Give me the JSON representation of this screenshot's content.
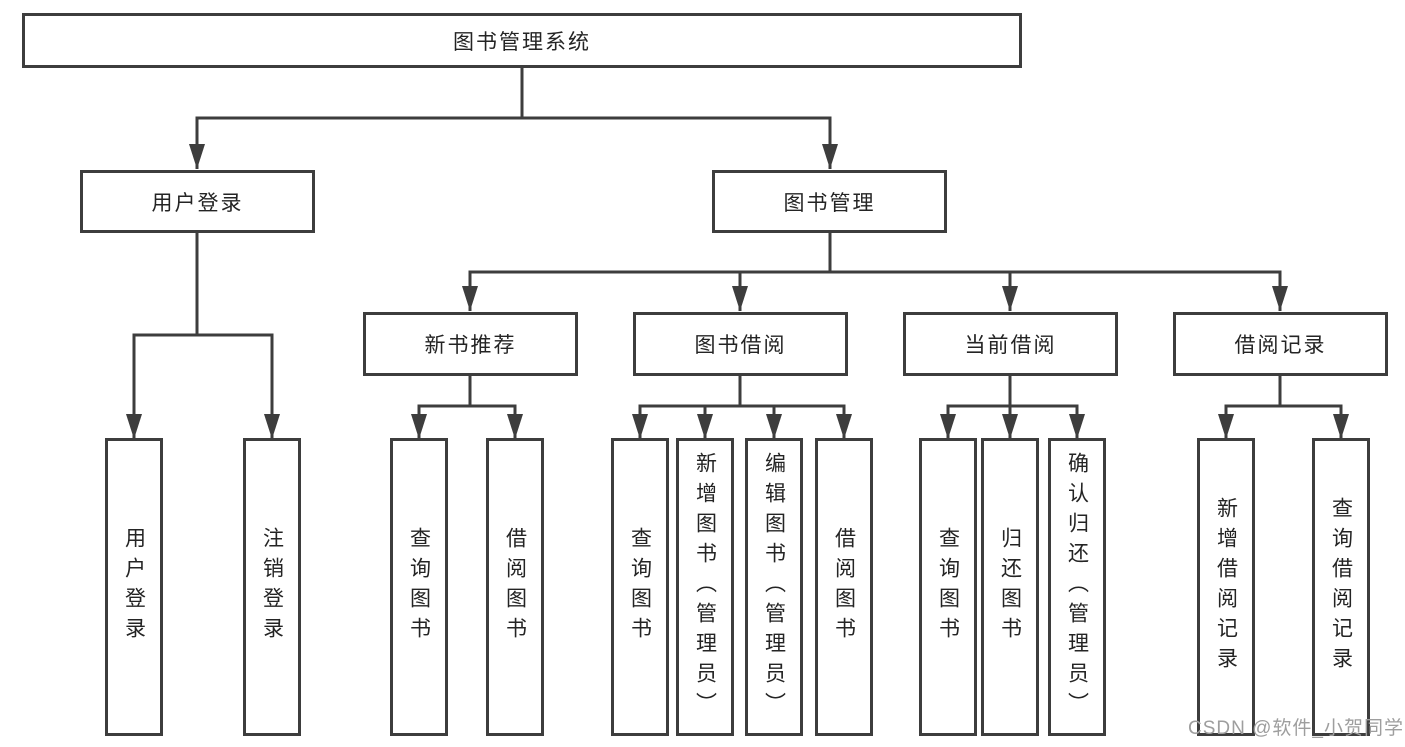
{
  "diagram": {
    "root": {
      "label": "图书管理系统"
    },
    "branches": [
      {
        "label": "用户登录",
        "children": [
          {
            "label": "用户登录"
          },
          {
            "label": "注销登录"
          }
        ]
      },
      {
        "label": "图书管理",
        "children": [
          {
            "label": "新书推荐",
            "children": [
              {
                "label": "查询图书"
              },
              {
                "label": "借阅图书"
              }
            ]
          },
          {
            "label": "图书借阅",
            "children": [
              {
                "label": "查询图书"
              },
              {
                "label": "新增图书（管理员）"
              },
              {
                "label": "编辑图书（管理员）"
              },
              {
                "label": "借阅图书"
              }
            ]
          },
          {
            "label": "当前借阅",
            "children": [
              {
                "label": "查询图书"
              },
              {
                "label": "归还图书"
              },
              {
                "label": "确认归还（管理员）"
              }
            ]
          },
          {
            "label": "借阅记录",
            "children": [
              {
                "label": "新增借阅记录"
              },
              {
                "label": "查询借阅记录"
              }
            ]
          }
        ]
      }
    ]
  },
  "watermark": {
    "text": "CSDN @软件_小贺同学"
  },
  "colors": {
    "line": "#3d3d3d",
    "text": "#242424",
    "watermark": "#9e9e9e",
    "background": "#ffffff"
  }
}
